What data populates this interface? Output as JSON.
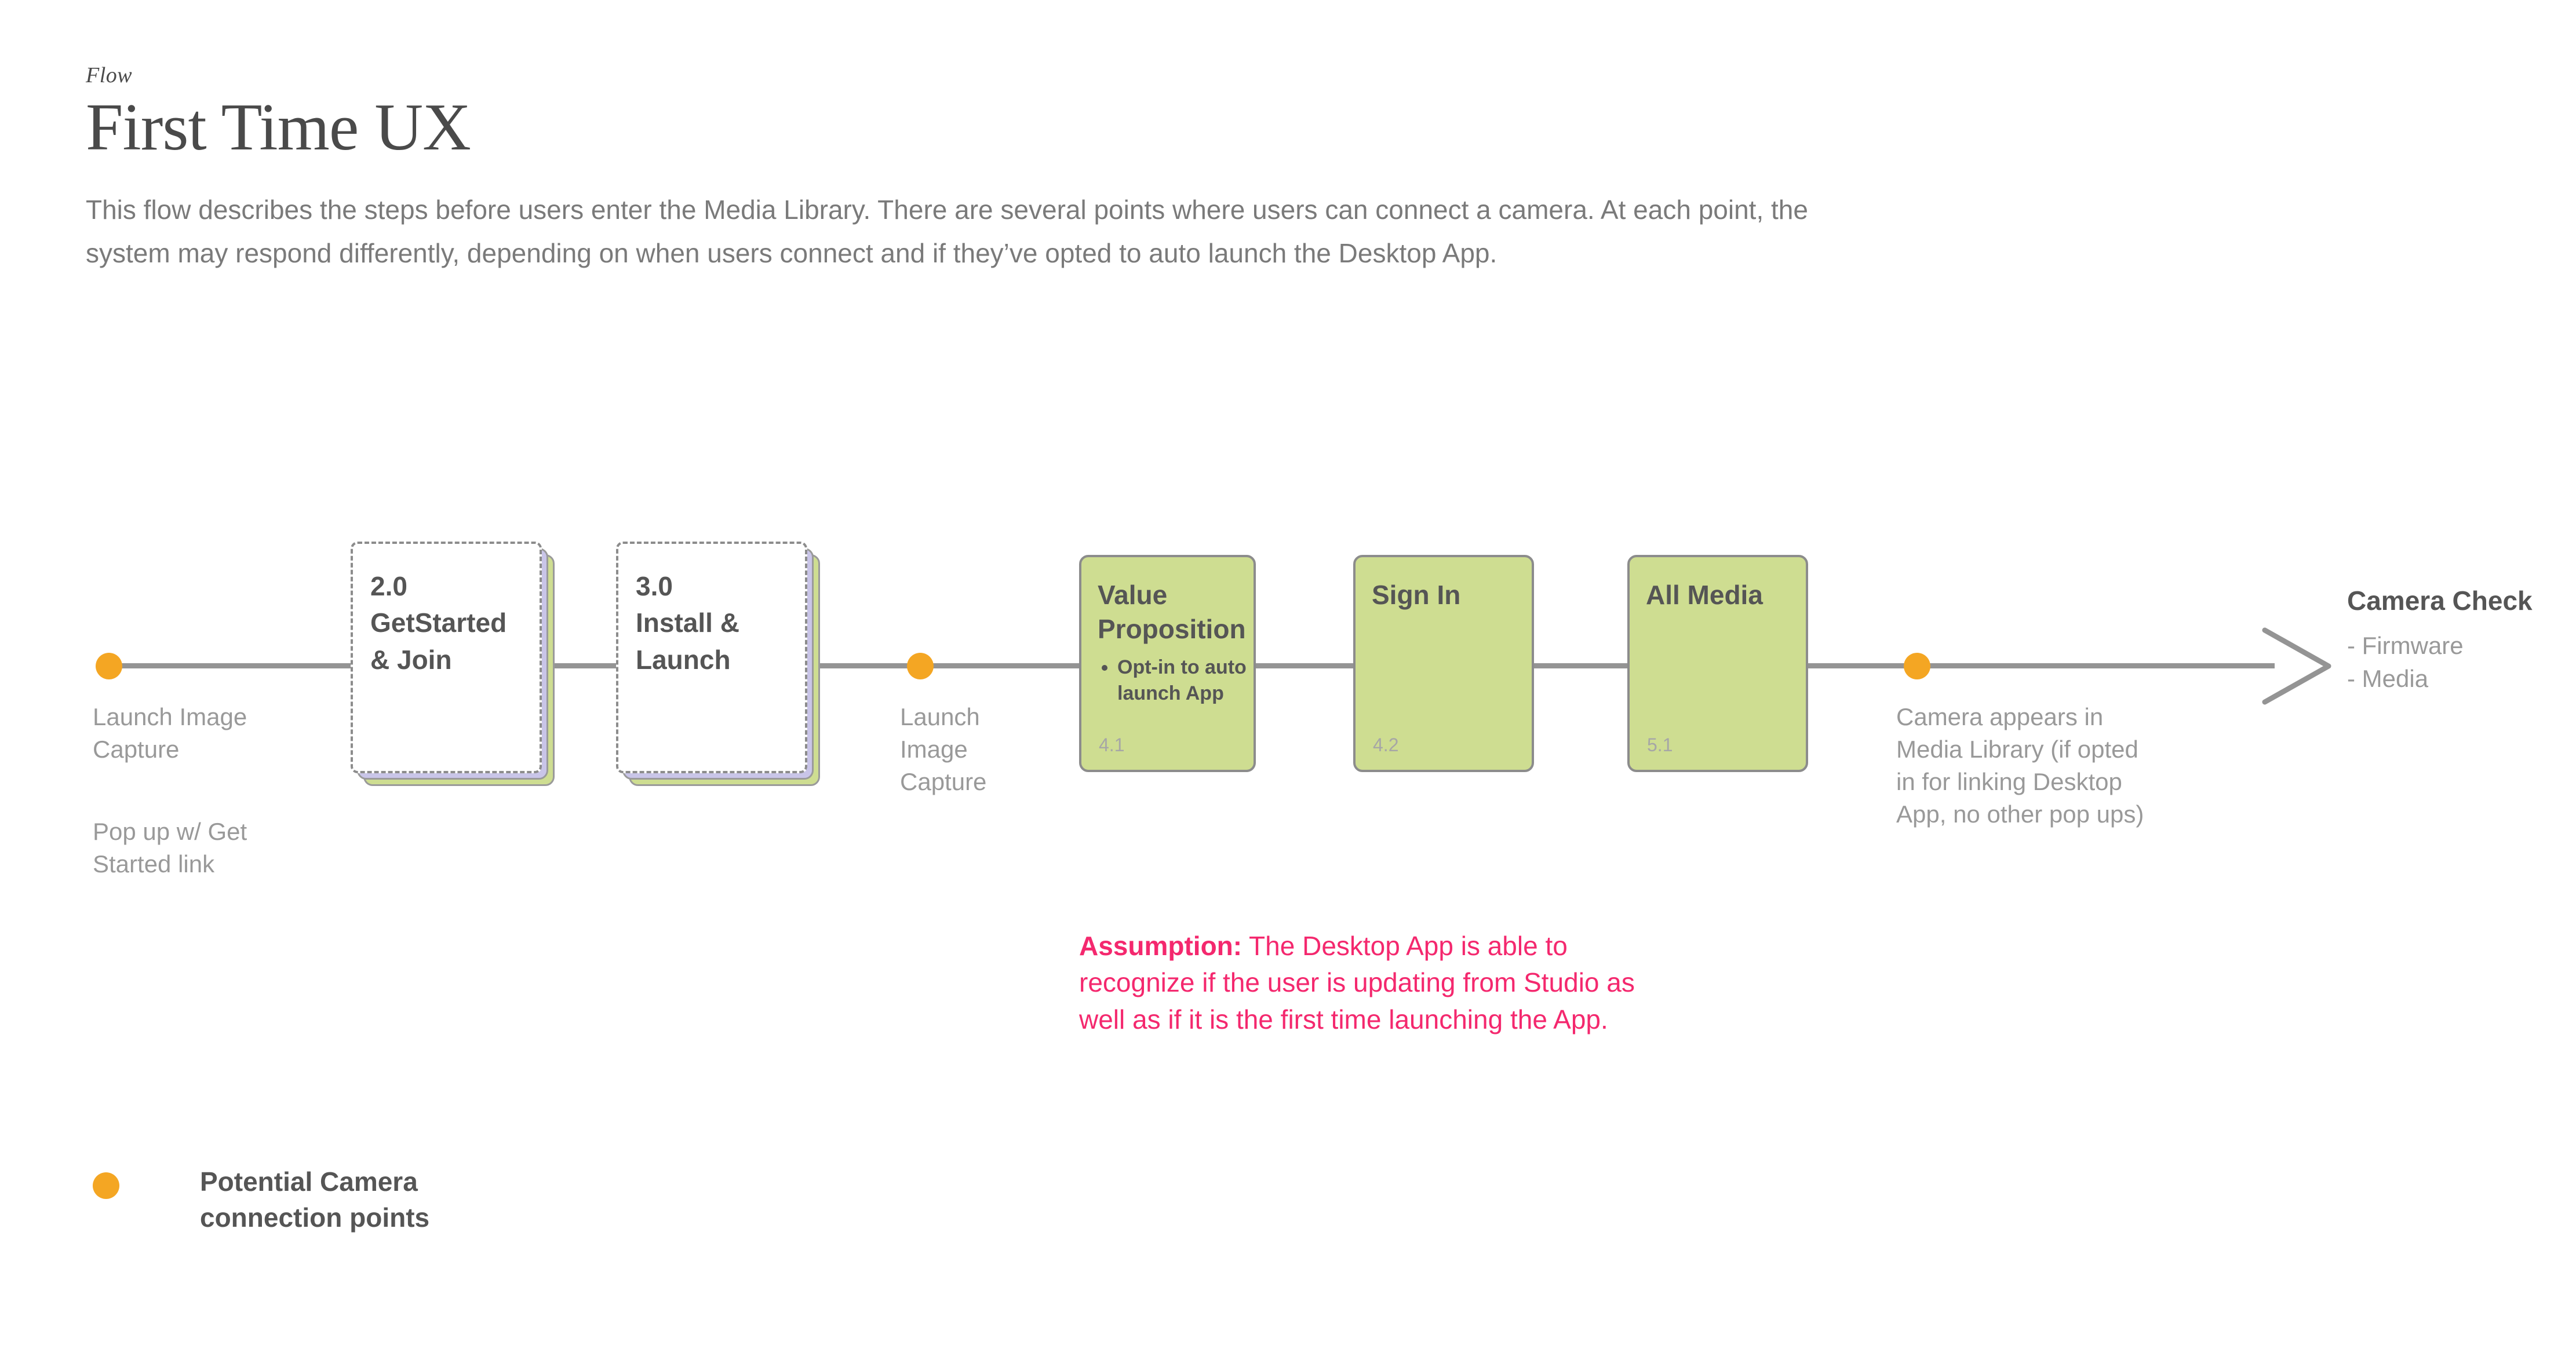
{
  "header": {
    "eyebrow": "Flow",
    "title": "First Time UX",
    "intro": "This flow describes the steps before users enter the Media Library. There are several points where users can connect a camera. At each point, the system may respond differently, depending on when users connect and if they’ve opted to auto launch the Desktop App."
  },
  "flow": {
    "connection_points": [
      {
        "caption": "Launch Image\nCapture",
        "secondary": "Pop up w/ Get\nStarted link"
      },
      {
        "caption": "Launch\nImage\nCapture",
        "secondary": ""
      },
      {
        "caption": "Camera appears in\nMedia Library (if opted\nin for linking Desktop\nApp, no other pop ups)",
        "secondary": ""
      }
    ],
    "stacked_nodes": [
      {
        "text": "2.0\nGetStarted\n& Join"
      },
      {
        "text": "3.0\nInstall &\nLaunch"
      }
    ],
    "nodes": [
      {
        "title": "Value\nProposition",
        "bullets": [
          "Opt-in to auto launch App"
        ],
        "id": "4.1"
      },
      {
        "title": "Sign In",
        "bullets": [],
        "id": "4.2"
      },
      {
        "title": "All Media",
        "bullets": [],
        "id": "5.1"
      }
    ],
    "endcap": {
      "title": "Camera Check",
      "lines": [
        "- Firmware",
        "- Media"
      ]
    }
  },
  "assumption": {
    "label": "Assumption:",
    "text": " The Desktop App is able to recognize if the user is updating from Studio as well as if it is the first time launching the App."
  },
  "legend": {
    "label": "Potential Camera\nconnection points"
  },
  "colors": {
    "node_fill": "#cedd91",
    "stack_lavender": "#c9c5e8",
    "dot": "#f4a623",
    "accent_pink": "#f4286e",
    "line": "#949494",
    "text_dark": "#555555",
    "text_muted": "#999999"
  }
}
